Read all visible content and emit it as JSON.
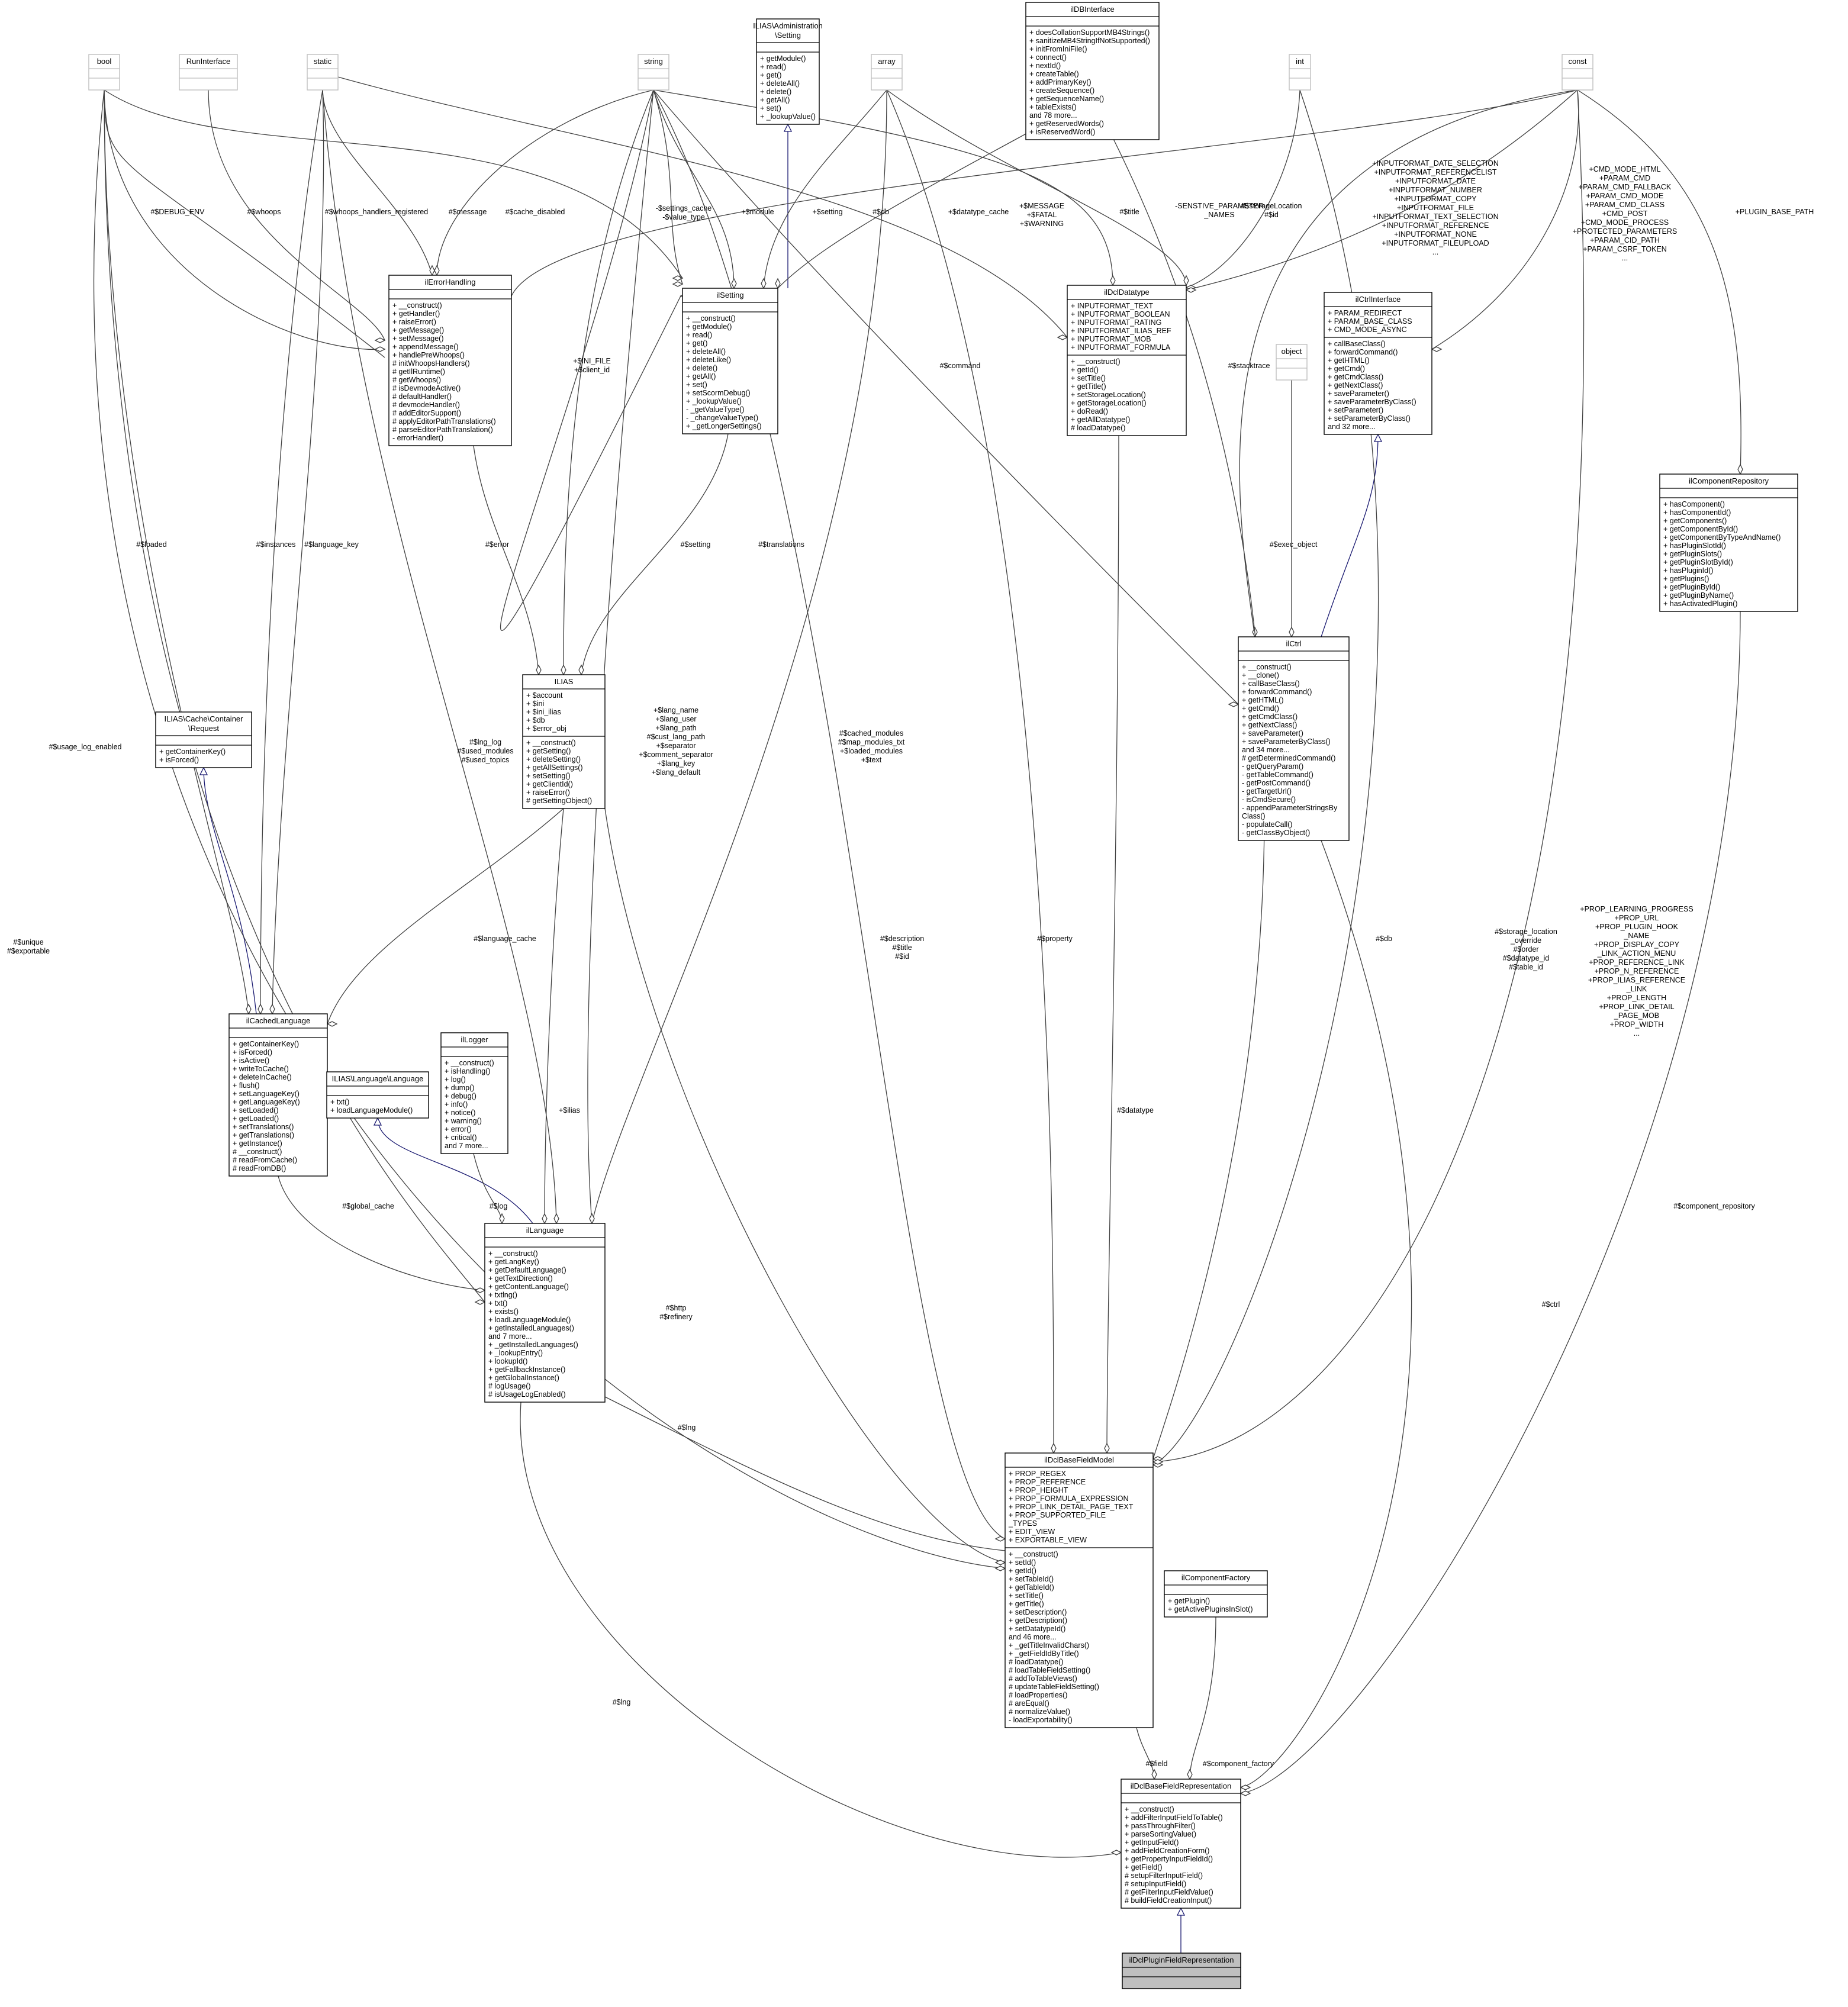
{
  "nodes": {
    "bool": {
      "title": "bool",
      "members": [],
      "grey": true
    },
    "runinterface": {
      "title": "RunInterface",
      "members": [],
      "grey": true
    },
    "static": {
      "title": "static",
      "members": [],
      "grey": true
    },
    "string": {
      "title": "string",
      "members": [],
      "grey": true
    },
    "admin_setting": {
      "title": "ILIAS\\Administration\n\\Setting",
      "members": [
        "+ getModule()",
        "+ read()",
        "+ get()",
        "+ deleteAll()",
        "+ delete()",
        "+ getAll()",
        "+ set()",
        "+ _lookupValue()"
      ]
    },
    "array": {
      "title": "array",
      "members": [],
      "grey": true
    },
    "ildbinterface": {
      "title": "ilDBInterface",
      "members": [
        "+ doesCollationSupportMB4Strings()",
        "+ sanitizeMB4StringIfNotSupported()",
        "+ initFromIniFile()",
        "+ connect()",
        "+ nextId()",
        "+ createTable()",
        "+ addPrimaryKey()",
        "+ createSequence()",
        "+ getSequenceName()",
        "+ tableExists()",
        "and 78 more...",
        "+ getReservedWords()",
        "+ isReservedWord()"
      ]
    },
    "int": {
      "title": "int",
      "members": [],
      "grey": true
    },
    "const": {
      "title": "const",
      "members": [],
      "grey": true
    },
    "ilerrorhandling": {
      "title": "ilErrorHandling",
      "members": [
        "+ __construct()",
        "+ getHandler()",
        "+ raiseError()",
        "+ getMessage()",
        "+ setMessage()",
        "+ appendMessage()",
        "+ handlePreWhoops()",
        "# initWhoopsHandlers()",
        "# getIlRuntime()",
        "# getWhoops()",
        "# isDevmodeActive()",
        "# defaultHandler()",
        "# devmodeHandler()",
        "# addEditorSupport()",
        "# applyEditorPathTranslations()",
        "# parseEditorPathTranslation()",
        "- errorHandler()"
      ]
    },
    "ilsetting": {
      "title": "ilSetting",
      "members": [
        "+ __construct()",
        "+ getModule()",
        "+ read()",
        "+ get()",
        "+ deleteAll()",
        "+ deleteLike()",
        "+ delete()",
        "+ getAll()",
        "+ set()",
        "+ setScormDebug()",
        "+ _lookupValue()",
        "- _getValueType()",
        "- _changeValueType()",
        "+ _getLongerSettings()"
      ]
    },
    "ildcldatatype": {
      "title": "ilDclDatatype",
      "consts": [
        "+ INPUTFORMAT_TEXT",
        "+ INPUTFORMAT_BOOLEAN",
        "+ INPUTFORMAT_RATING",
        "+ INPUTFORMAT_ILIAS_REF",
        "+ INPUTFORMAT_MOB",
        "+ INPUTFORMAT_FORMULA"
      ],
      "members": [
        "+ __construct()",
        "+ getId()",
        "+ setTitle()",
        "+ getTitle()",
        "+ setStorageLocation()",
        "+ getStorageLocation()",
        "+ doRead()",
        "+ getAllDatatype()",
        "# loadDatatype()"
      ]
    },
    "object": {
      "title": "object",
      "members": [],
      "grey": true
    },
    "ilctrlinterface": {
      "title": "ilCtrlInterface",
      "consts": [
        "+ PARAM_REDIRECT",
        "+ PARAM_BASE_CLASS",
        "+ CMD_MODE_ASYNC"
      ],
      "members": [
        "+ callBaseClass()",
        "+ forwardCommand()",
        "+ getHTML()",
        "+ getCmd()",
        "+ getCmdClass()",
        "+ getNextClass()",
        "+ saveParameter()",
        "+ saveParameterByClass()",
        "+ setParameter()",
        "+ setParameterByClass()",
        "and 32 more..."
      ]
    },
    "ilcomponentrepository": {
      "title": "ilComponentRepository",
      "members": [
        "+ hasComponent()",
        "+ hasComponentId()",
        "+ getComponents()",
        "+ getComponentById()",
        "+ getComponentByTypeAndName()",
        "+ hasPluginSlotId()",
        "+ getPluginSlots()",
        "+ getPluginSlotById()",
        "+ hasPluginId()",
        "+ getPlugins()",
        "+ getPluginById()",
        "+ getPluginByName()",
        "+ hasActivatedPlugin()"
      ]
    },
    "ilctrl": {
      "title": "ilCtrl",
      "members": [
        "+ __construct()",
        "+ __clone()",
        "+ callBaseClass()",
        "+ forwardCommand()",
        "+ getHTML()",
        "+ getCmd()",
        "+ getCmdClass()",
        "+ getNextClass()",
        "+ saveParameter()",
        "+ saveParameterByClass()",
        "and 34 more...",
        "# getDeterminedCommand()",
        "- getQueryParam()",
        "- getTableCommand()",
        "- getPostCommand()",
        "- getTargetUrl()",
        "- isCmdSecure()",
        "- appendParameterStringsBy",
        "Class()",
        "- populateCall()",
        "- getClassByObject()"
      ]
    },
    "ilias": {
      "title": "ILIAS",
      "consts": [
        "+ $account",
        "+ $ini",
        "+ $ini_ilias",
        "+ $db",
        "+ $error_obj"
      ],
      "members": [
        "+ __construct()",
        "+ getSetting()",
        "+ deleteSetting()",
        "+ getAllSettings()",
        "+ setSetting()",
        "+ getClientId()",
        "+ raiseError()",
        "# getSettingObject()"
      ]
    },
    "cache_request": {
      "title": "ILIAS\\Cache\\Container\n\\Request",
      "members": [
        "+ getContainerKey()",
        "+ isForced()"
      ]
    },
    "ilcachedlanguage": {
      "title": "ilCachedLanguage",
      "members": [
        "+ getContainerKey()",
        "+ isForced()",
        "+ isActive()",
        "+ writeToCache()",
        "+ deleteInCache()",
        "+ flush()",
        "+ setLanguageKey()",
        "+ getLanguageKey()",
        "+ setLoaded()",
        "+ getLoaded()",
        "+ setTranslations()",
        "+ getTranslations()",
        "+ getInstance()",
        "# __construct()",
        "# readFromCache()",
        "# readFromDB()"
      ]
    },
    "illogger": {
      "title": "ilLogger",
      "members": [
        "+ __construct()",
        "+ isHandling()",
        "+ log()",
        "+ dump()",
        "+ debug()",
        "+ info()",
        "+ notice()",
        "+ warning()",
        "+ error()",
        "+ critical()",
        "and 7 more..."
      ]
    },
    "lang_language": {
      "title": "ILIAS\\Language\\Language",
      "members": [
        "+ txt()",
        "+ loadLanguageModule()"
      ]
    },
    "illanguage": {
      "title": "ilLanguage",
      "members": [
        "+ __construct()",
        "+ getLangKey()",
        "+ getDefaultLanguage()",
        "+ getTextDirection()",
        "+ getContentLanguage()",
        "+ txtlng()",
        "+ txt()",
        "+ exists()",
        "+ loadLanguageModule()",
        "+ getInstalledLanguages()",
        "and 7 more...",
        "+ _getInstalledLanguages()",
        "+ _lookupEntry()",
        "+ lookupId()",
        "+ getFallbackInstance()",
        "+ getGlobalInstance()",
        "# logUsage()",
        "# isUsageLogEnabled()"
      ]
    },
    "ildclbasefieldmodel": {
      "title": "ilDclBaseFieldModel",
      "consts": [
        "+ PROP_REGEX",
        "+ PROP_REFERENCE",
        "+ PROP_HEIGHT",
        "+ PROP_FORMULA_EXPRESSION",
        "+ PROP_LINK_DETAIL_PAGE_TEXT",
        "+ PROP_SUPPORTED_FILE",
        "_TYPES",
        "+ EDIT_VIEW",
        "+ EXPORTABLE_VIEW"
      ],
      "members": [
        "+ __construct()",
        "+ setId()",
        "+ getId()",
        "+ setTableId()",
        "+ getTableId()",
        "+ setTitle()",
        "+ getTitle()",
        "+ setDescription()",
        "+ getDescription()",
        "+ setDatatypeId()",
        "and 46 more...",
        "+ _getTitleInvalidChars()",
        "+ _getFieldIdByTitle()",
        "# loadDatatype()",
        "# loadTableFieldSetting()",
        "# addToTableViews()",
        "# updateTableFieldSetting()",
        "# loadProperties()",
        "# areEqual()",
        "# normalizeValue()",
        "- loadExportability()"
      ]
    },
    "ilcomponentfactory": {
      "title": "ilComponentFactory",
      "members": [
        "+ getPlugin()",
        "+ getActivePluginsInSlot()"
      ]
    },
    "ildclbasefieldrepresentation": {
      "title": "ilDclBaseFieldRepresentation",
      "members": [
        "+ __construct()",
        "+ addFilterInputFieldToTable()",
        "+ passThroughFilter()",
        "+ parseSortingValue()",
        "+ getInputField()",
        "+ addFieldCreationForm()",
        "+ getPropertyInputFieldId()",
        "+ getField()",
        "# setupFilterInputField()",
        "# setupInputField()",
        "# getFilterInputFieldValue()",
        "# buildFieldCreationInput()"
      ]
    },
    "ildclpluginfieldrepresentation": {
      "title": "ilDclPluginFieldRepresentation",
      "members": [],
      "focus": true
    }
  },
  "edge_labels": {
    "debug_env": "#$DEBUG_ENV",
    "whoops": "#$whoops",
    "whoops_handlers_registered": "#$whoops_handlers_registered",
    "message": "#$message",
    "cache_disabled": "#$cache_disabled",
    "settings_cache": "-$settings_cache\n-$value_type",
    "module": "+$module",
    "setting_plus": "+$setting",
    "db": "#$db",
    "datatype_cache": "+$datatype_cache",
    "error_levels": "+$MESSAGE\n+$FATAL\n+$WARNING",
    "title": "#$title",
    "sensitive_param": "-SENSTIVE_PARAMETER\n_NAMES",
    "storage_location_id": "#$storageLocation\n#$id",
    "inputformats": "+INPUTFORMAT_DATE_SELECTION\n+INPUTFORMAT_REFERENCELIST\n+INPUTFORMAT_DATE\n+INPUTFORMAT_NUMBER\n+INPUTFORMAT_COPY\n+INPUTFORMAT_FILE\n+INPUTFORMAT_TEXT_SELECTION\n+INPUTFORMAT_REFERENCE\n+INPUTFORMAT_NONE\n+INPUTFORMAT_FILEUPLOAD\n...",
    "cmd_modes": "+CMD_MODE_HTML\n+PARAM_CMD\n+PARAM_CMD_FALLBACK\n+PARAM_CMD_MODE\n+PARAM_CMD_CLASS\n+CMD_POST\n+CMD_MODE_PROCESS\n+PROTECTED_PARAMETERS\n+PARAM_CID_PATH\n+PARAM_CSRF_TOKEN\n...",
    "plugin_base_path": "+PLUGIN_BASE_PATH",
    "loaded": "#$loaded",
    "instances": "#$instances",
    "language_key": "#$language_key",
    "ini_file": "+$INI_FILE\n+$client_id",
    "command": "#$command",
    "stacktrace": "#$stacktrace",
    "error": "#$error",
    "setting_hash": "#$setting",
    "translations": "#$translations",
    "exec_object": "#$exec_object",
    "lang_vars": "+$lang_name\n+$lang_user\n+$lang_path\n#$cust_lang_path\n+$separator\n+$comment_separator\n+$lang_key\n+$lang_default",
    "cached_modules": "#$cached_modules\n#$map_modules_txt\n+$loaded_modules\n+$text",
    "lng_log": "#$lng_log\n#$used_modules\n#$used_topics",
    "usage_log_enabled": "#$usage_log_enabled",
    "unique": "#$unique\n#$exportable",
    "language_cache": "#$language_cache",
    "description": "#$description\n#$title\n#$id",
    "property": "#$property",
    "db2": "#$db",
    "storage_location": "#$storage_location\n_override\n#$order\n#$datatype_id\n#$table_id",
    "prop_learning": "+PROP_LEARNING_PROGRESS\n+PROP_URL\n+PROP_PLUGIN_HOOK\n_NAME\n+PROP_DISPLAY_COPY\n_LINK_ACTION_MENU\n+PROP_REFERENCE_LINK\n+PROP_N_REFERENCE\n+PROP_ILIAS_REFERENCE\n_LINK\n+PROP_LENGTH\n+PROP_LINK_DETAIL\n_PAGE_MOB\n+PROP_WIDTH\n...",
    "ilias_var": "+$ilias",
    "datatype": "#$datatype",
    "global_cache": "#$global_cache",
    "log": "#$log",
    "http": "#$http\n#$refinery",
    "component_repository": "#$component_repository",
    "ctrl": "#$ctrl",
    "lng1": "#$lng",
    "lng2": "#$lng",
    "field": "#$field",
    "component_factory": "#$component_factory"
  },
  "colors": {
    "focus_fill": "#bfbfbf",
    "inherit_edge": "#191970",
    "usage_edge": "#404040",
    "external_border": "#bfbfbf"
  }
}
